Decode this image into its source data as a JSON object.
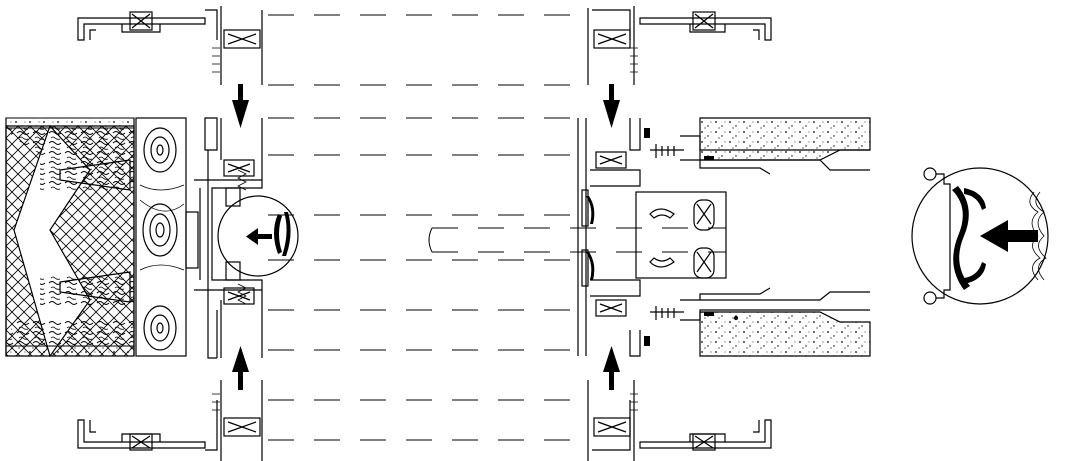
{
  "drawing": {
    "kind": "technical-section-drawing",
    "panels": [
      "insulation-wall-joint",
      "panel-slab-joint",
      "gasket-detail-magnified"
    ],
    "colors": {
      "ink": "#000000",
      "paper": "#ffffff"
    },
    "arrows": {
      "downward": 2,
      "upward": 2,
      "leftward": 2
    }
  }
}
